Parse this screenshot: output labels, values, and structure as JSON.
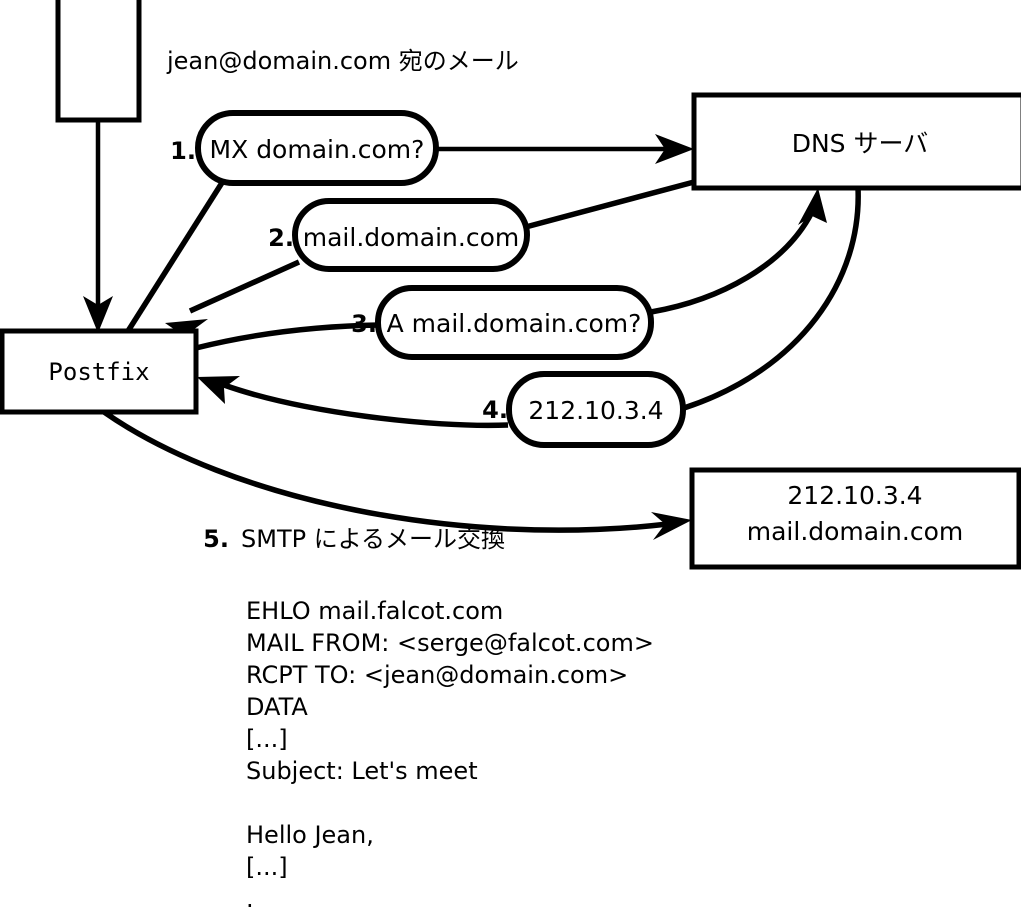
{
  "diagram": {
    "title_caption": "jean@domain.com 宛のメール",
    "nodes": [
      {
        "id": "mua",
        "label": "",
        "kind": "box"
      },
      {
        "id": "postfix",
        "label": "Postfix",
        "kind": "box"
      },
      {
        "id": "dns",
        "label": "DNS サーバ",
        "kind": "box"
      },
      {
        "id": "mailserver",
        "label_line1": "212.10.3.4",
        "label_line2": "mail.domain.com",
        "kind": "box"
      }
    ],
    "steps": [
      {
        "number": "1.",
        "label": "MX domain.com?"
      },
      {
        "number": "2.",
        "label": "mail.domain.com"
      },
      {
        "number": "3.",
        "label": "A mail.domain.com?"
      },
      {
        "number": "4.",
        "label": "212.10.3.4"
      },
      {
        "number": "5.",
        "label": "SMTP によるメール交換"
      }
    ],
    "smtp_transcript": [
      "EHLO mail.falcot.com",
      "MAIL FROM: <serge@falcot.com>",
      "RCPT TO: <jean@domain.com>",
      "DATA",
      "[...]",
      "Subject: Let's meet",
      "",
      "Hello Jean,",
      "[...]",
      "."
    ],
    "colors": {
      "stroke": "#000000",
      "fill": "#ffffff",
      "text": "#000000"
    }
  }
}
